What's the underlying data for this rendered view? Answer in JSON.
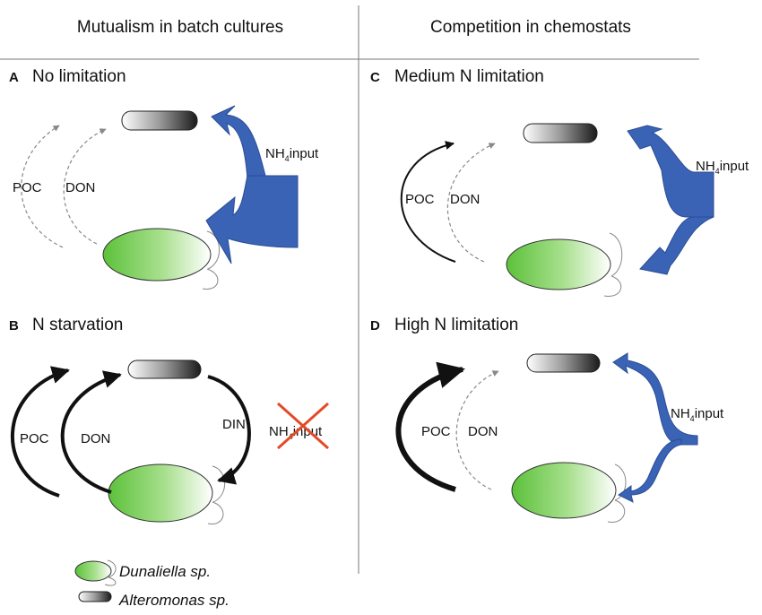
{
  "header": {
    "left": "Mutualism in batch cultures",
    "right": "Competition in chemostats"
  },
  "panels": {
    "A": {
      "letter": "A",
      "title": "No limitation",
      "poc": "POC",
      "don": "DON",
      "nh_main": "NH",
      "nh_sub": "4",
      "nh_rest": "input"
    },
    "B": {
      "letter": "B",
      "title": "N starvation",
      "poc": "POC",
      "don": "DON",
      "din": "DIN",
      "nh_main": "NH",
      "nh_sub": "4",
      "nh_rest": "input"
    },
    "C": {
      "letter": "C",
      "title": "Medium N limitation",
      "poc": "POC",
      "don": "DON",
      "nh_main": "NH",
      "nh_sub": "4",
      "nh_rest": "input"
    },
    "D": {
      "letter": "D",
      "title": "High N limitation",
      "poc": "POC",
      "don": "DON",
      "nh_main": "NH",
      "nh_sub": "4",
      "nh_rest": "input"
    }
  },
  "legend": {
    "algae": "Dunaliella sp.",
    "bacteria": "Alteromonas sp."
  },
  "colors": {
    "nh4_arrow": "#3a63b5",
    "algae_green": "#5cc13a",
    "cross_red": "#e34a27",
    "line": "#111111",
    "dashed": "#888888"
  }
}
